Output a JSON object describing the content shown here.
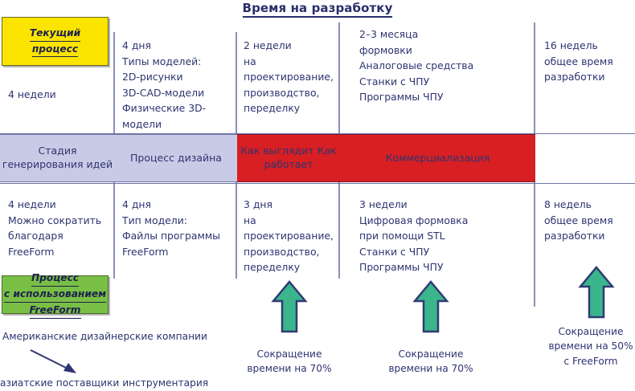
{
  "title": "Время на разработку",
  "colors": {
    "ink": "#2e3470",
    "rule": "#8a90b8",
    "band_lilac": "#c9cae6",
    "band_red": "#d81f23",
    "legend_yellow": "#fbe400",
    "legend_green": "#79bf45",
    "arrow_fill": "#3bb58c",
    "arrow_stroke": "#2f3a74"
  },
  "legend": {
    "current": {
      "name": "current-process-box",
      "lines": [
        "Текущий",
        "процесс"
      ]
    },
    "freeform": {
      "name": "freeform-process-box",
      "lines": [
        "Процесс",
        "с использованием",
        "FreeForm"
      ]
    }
  },
  "top_row": {
    "cells": [
      {
        "id": "top-col1",
        "text": "4 недели"
      },
      {
        "id": "top-col2",
        "text": "4 дня\nТипы моделей:\n2D-рисунки\n3D-CAD-модели\nФизические 3D-модели"
      },
      {
        "id": "top-col3",
        "text": "2 недели\nна проектирование,\nпроизводство,\nпеределку"
      },
      {
        "id": "top-col4",
        "text": "2–3 месяца\nформовки\nАналоговые средства\nСтанки с ЧПУ\nПрограммы ЧПУ"
      },
      {
        "id": "top-col5",
        "text": "16 недель\nобщее время\nразработки"
      }
    ]
  },
  "band": {
    "segments": [
      {
        "id": "band-ideation",
        "text": "Стадия\nгенерирования идей",
        "style": "lilac"
      },
      {
        "id": "band-design",
        "text": "Процесс\nдизайна",
        "style": "lilac"
      },
      {
        "id": "band-look-work",
        "text": "Как выглядит\nКак работает",
        "style": "red"
      },
      {
        "id": "band-commercialization",
        "text": "Коммерциализация",
        "style": "red"
      }
    ]
  },
  "bottom_row": {
    "cells": [
      {
        "id": "bottom-col1",
        "text": "4 недели\nМожно сократить\nблагодаря FreeForm"
      },
      {
        "id": "bottom-col2",
        "text": "4 дня\nТип модели:\nФайлы программы\nFreeForm"
      },
      {
        "id": "bottom-col3",
        "text": "3 дня\nна проектирование,\nпроизводство,\nпеределку"
      },
      {
        "id": "bottom-col4",
        "text": "3 недели\nЦифровая формовка\nпри помощи STL\nСтанки с ЧПУ\nПрограммы ЧПУ"
      },
      {
        "id": "bottom-col5",
        "text": "8 недель\nобщее время\nразработки"
      }
    ]
  },
  "notes": {
    "american": "Американские дизайнерские компании",
    "asian": "азиатские поставщики инструментария"
  },
  "arrows": [
    {
      "id": "arrow-reduction-1",
      "caption": "Сокращение\nвремени на 70%"
    },
    {
      "id": "arrow-reduction-2",
      "caption": "Сокращение\nвремени на 70%"
    },
    {
      "id": "arrow-reduction-3",
      "caption": "Сокращение\nвремени на 50%\nс FreeForm"
    }
  ]
}
